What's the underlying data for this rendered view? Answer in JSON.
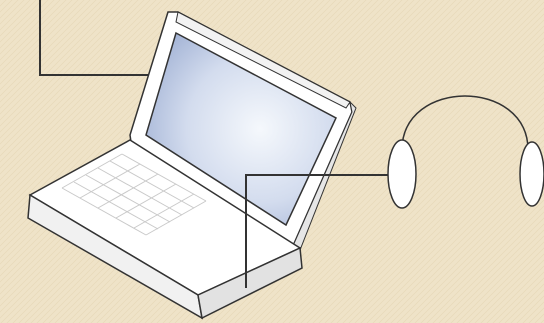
{
  "diagram": {
    "nodes": [
      {
        "id": "laptop",
        "icon": "laptop-icon"
      },
      {
        "id": "headphones",
        "icon": "headphones-icon"
      }
    ],
    "connections": [
      {
        "from": "laptop",
        "to": "headphones",
        "kind": "cable"
      },
      {
        "from": "laptop",
        "to": "off-image",
        "kind": "cable"
      }
    ]
  },
  "colors": {
    "background": "#efe3c8",
    "outline": "#333333",
    "device_fill": "#ffffff",
    "screen_center": "#f4f7fb",
    "screen_edge": "#9fb0d3"
  }
}
